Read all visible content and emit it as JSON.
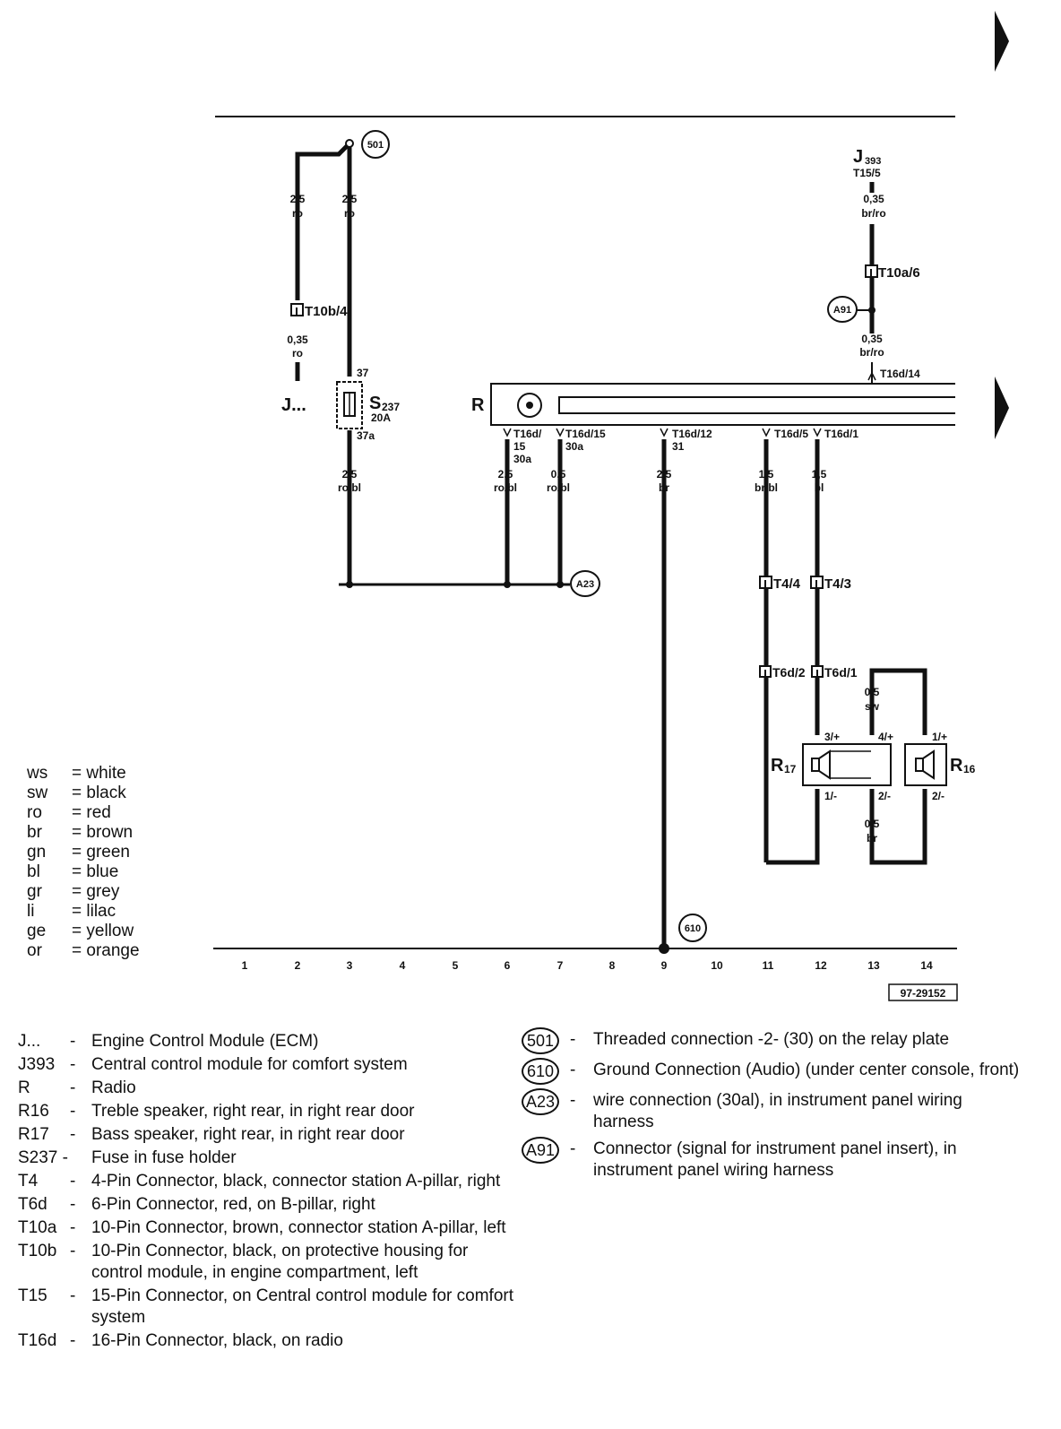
{
  "diagram_id": "97-29152",
  "columns": [
    "1",
    "2",
    "3",
    "4",
    "5",
    "6",
    "7",
    "8",
    "9",
    "10",
    "11",
    "12",
    "13",
    "14"
  ],
  "components": {
    "ecm": "J...",
    "fuse": "S",
    "fuse_sub": "237",
    "fuse_rating": "20A",
    "fuse_pin_in": "37",
    "fuse_pin_out": "37a",
    "radio": "R",
    "j393": "J",
    "j393_sub": "393",
    "j393_pin": "T15/5",
    "r17": "R",
    "r17_sub": "17",
    "r16": "R",
    "r16_sub": "16"
  },
  "connectors": {
    "t10b4": "T10b/4",
    "t10a6": "T10a/6",
    "t16d14": "T16d/14",
    "t16d15a": "T16d/",
    "t16d15b": "15",
    "t16d15c": "30a",
    "t16d15_2a": "T16d/15",
    "t16d15_2b": "30a",
    "t16d12a": "T16d/12",
    "t16d12b": "31",
    "t16d5": "T16d/5",
    "t16d1": "T16d/1",
    "t44": "T4/4",
    "t43": "T4/3",
    "t6d2": "T6d/2",
    "t6d1": "T6d/1"
  },
  "pins": {
    "r17_3": "3/+",
    "r17_4": "4/+",
    "r17_1": "1/-",
    "r17_2": "2/-",
    "r16_1": "1/+",
    "r16_2": "2/-"
  },
  "wires": {
    "w_col2": {
      "size": "2,5",
      "color": "ro"
    },
    "w_col3": {
      "size": "2,5",
      "color": "ro"
    },
    "w_col2_low": {
      "size": "0,35",
      "color": "ro"
    },
    "w_col13_top": {
      "size": "0,35",
      "color": "br/ro"
    },
    "w_col13_mid": {
      "size": "0,35",
      "color": "br/ro"
    },
    "w_col3_low": {
      "size": "2,5",
      "color": "ro/bl"
    },
    "w_col6": {
      "size": "2,5",
      "color": "ro/bl"
    },
    "w_col7": {
      "size": "0,5",
      "color": "ro/bl"
    },
    "w_col9": {
      "size": "2,5",
      "color": "br"
    },
    "w_col11": {
      "size": "1,5",
      "color": "br/bl"
    },
    "w_col12": {
      "size": "1,5",
      "color": "bl"
    },
    "w_col13_sw": {
      "size": "0,5",
      "color": "sw"
    },
    "w_col13_br": {
      "size": "0,5",
      "color": "br"
    }
  },
  "circles": {
    "c501": "501",
    "c610": "610",
    "a23": "A23",
    "a91": "A91"
  },
  "color_codes": [
    {
      "code": "ws",
      "name": "= white"
    },
    {
      "code": "sw",
      "name": "= black"
    },
    {
      "code": "ro",
      "name": "= red"
    },
    {
      "code": "br",
      "name": "= brown"
    },
    {
      "code": "gn",
      "name": "= green"
    },
    {
      "code": "bl",
      "name": "= blue"
    },
    {
      "code": "gr",
      "name": "= grey"
    },
    {
      "code": "li",
      "name": "= lilac"
    },
    {
      "code": "ge",
      "name": "= yellow"
    },
    {
      "code": "or",
      "name": "= orange"
    }
  ],
  "legend_left": [
    {
      "code": "J...",
      "dash": "-",
      "desc": "Engine Control Module (ECM)"
    },
    {
      "code": "J393",
      "dash": "-",
      "desc": "Central control module for comfort system"
    },
    {
      "code": "R",
      "dash": "-",
      "desc": "Radio"
    },
    {
      "code": "R16",
      "dash": "-",
      "desc": "Treble speaker, right rear, in right rear door"
    },
    {
      "code": "R17",
      "dash": "-",
      "desc": "Bass speaker, right rear, in right rear door"
    },
    {
      "code": "S237 -",
      "dash": "",
      "desc": "Fuse in fuse holder"
    },
    {
      "code": "T4",
      "dash": "-",
      "desc": "4-Pin Connector, black, connector station A-pillar, right"
    },
    {
      "code": "T6d",
      "dash": "-",
      "desc": "6-Pin Connector, red, on B-pillar, right"
    },
    {
      "code": "T10a",
      "dash": "-",
      "desc": "10-Pin Connector, brown, connector station A-pillar, left"
    },
    {
      "code": "T10b",
      "dash": "-",
      "desc": "10-Pin Connector, black, on protective housing for control module, in engine compartment, left"
    },
    {
      "code": "T15",
      "dash": "-",
      "desc": "15-Pin Connector, on Central control module for comfort system"
    },
    {
      "code": "T16d",
      "dash": "-",
      "desc": "16-Pin Connector, black, on radio"
    }
  ],
  "legend_right": [
    {
      "code": "501",
      "dash": "-",
      "desc": "Threaded connection -2- (30) on the relay plate"
    },
    {
      "code": "610",
      "dash": "-",
      "desc": "Ground Connection (Audio) (under center console, front)"
    },
    {
      "code": "A23",
      "dash": "-",
      "desc": "wire connection (30al), in instrument panel wiring harness"
    },
    {
      "code": "A91",
      "dash": "-",
      "desc": "Connector (signal for instrument panel insert), in instrument panel wiring harness"
    }
  ]
}
